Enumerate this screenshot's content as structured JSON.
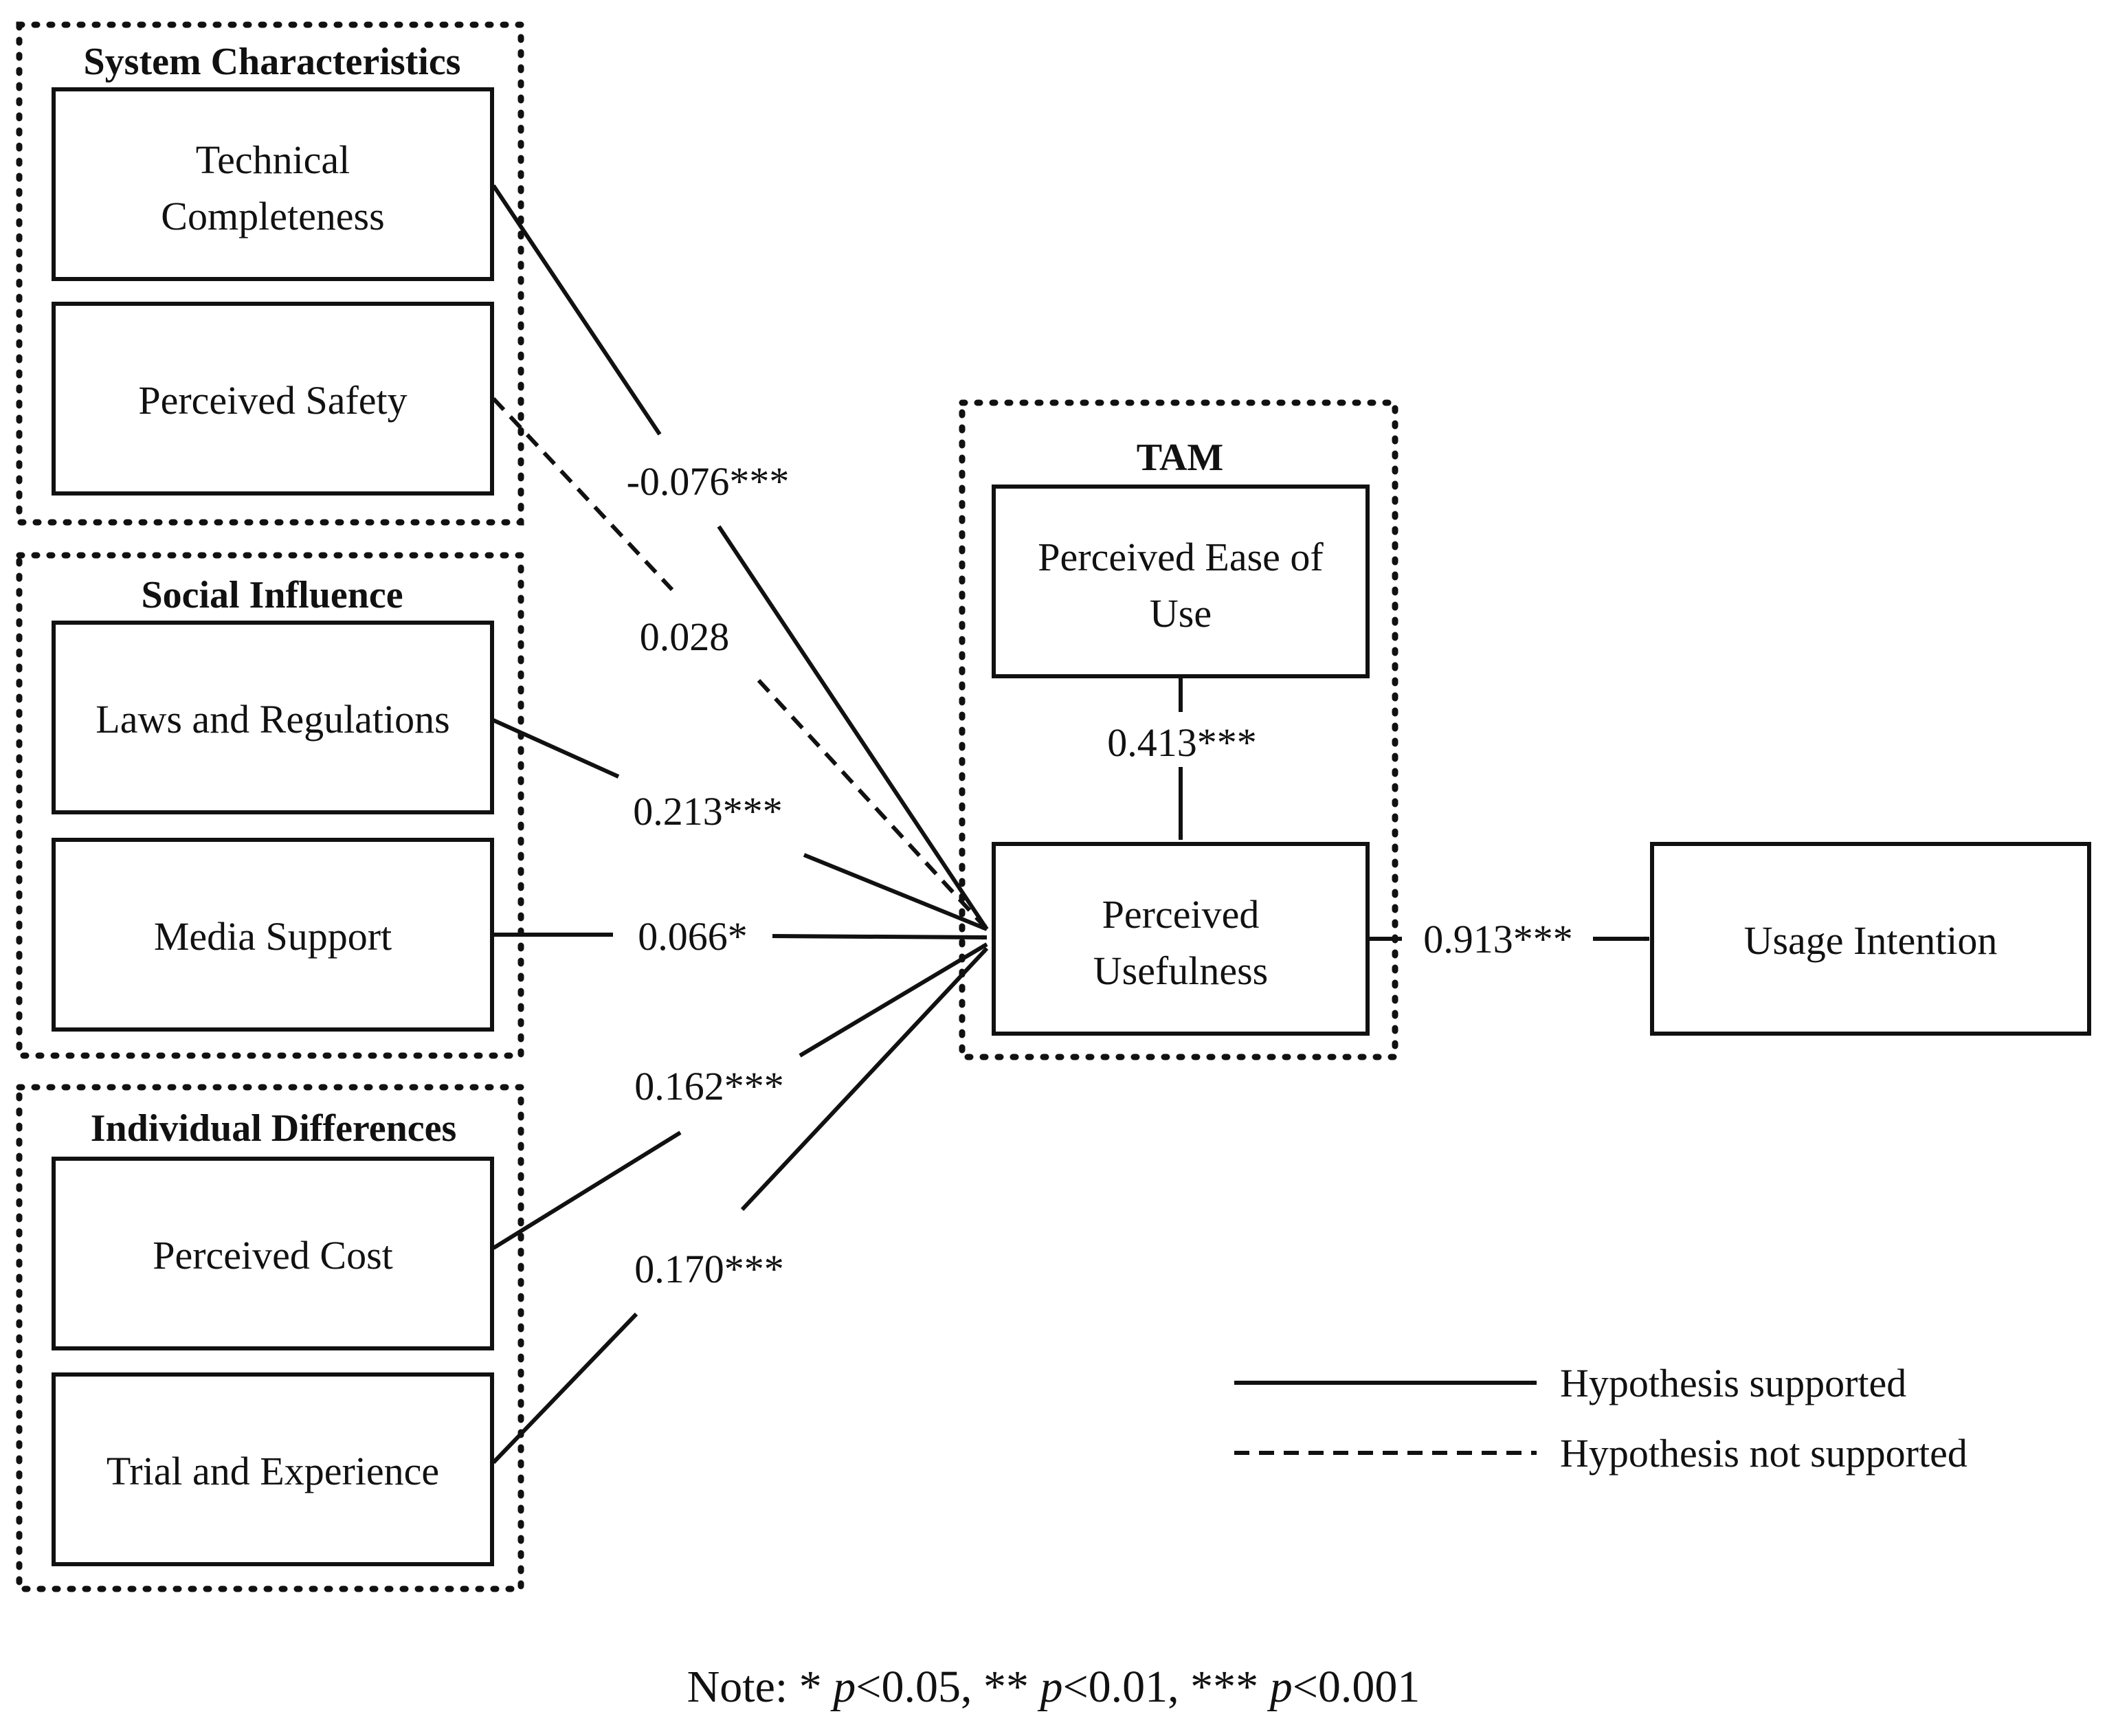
{
  "groups": {
    "system_characteristics": "System Characteristics",
    "social_influence": "Social Influence",
    "individual_differences": "Individual Differences",
    "tam": "TAM"
  },
  "nodes": {
    "technical_completeness": [
      "Technical",
      "Completeness"
    ],
    "perceived_safety": "Perceived Safety",
    "laws_and_regulations": "Laws and Regulations",
    "media_support": "Media Support",
    "perceived_cost": "Perceived Cost",
    "trial_and_experience": "Trial and Experience",
    "perceived_ease_of_use": [
      "Perceived Ease of",
      "Use"
    ],
    "perceived_usefulness": [
      "Perceived",
      "Usefulness"
    ],
    "usage_intention": "Usage Intention"
  },
  "paths": {
    "technical_completeness": "-0.076***",
    "perceived_safety": "0.028",
    "laws_and_regulations": "0.213***",
    "media_support": "0.066*",
    "perceived_cost": "0.162***",
    "trial_and_experience": "0.170***",
    "ease_to_usefulness": "0.413***",
    "usefulness_to_intention": "0.913***"
  },
  "legend": {
    "supported": "Hypothesis supported",
    "not_supported": "Hypothesis not supported"
  },
  "note": {
    "prefix": "Note: * ",
    "p1": "p",
    "v1": "<0.05, ** ",
    "p2": "p",
    "v2": "<0.01, *** ",
    "p3": "p",
    "v3": "<0.001"
  },
  "colors": {
    "ink": "#111111",
    "background": "#ffffff"
  }
}
